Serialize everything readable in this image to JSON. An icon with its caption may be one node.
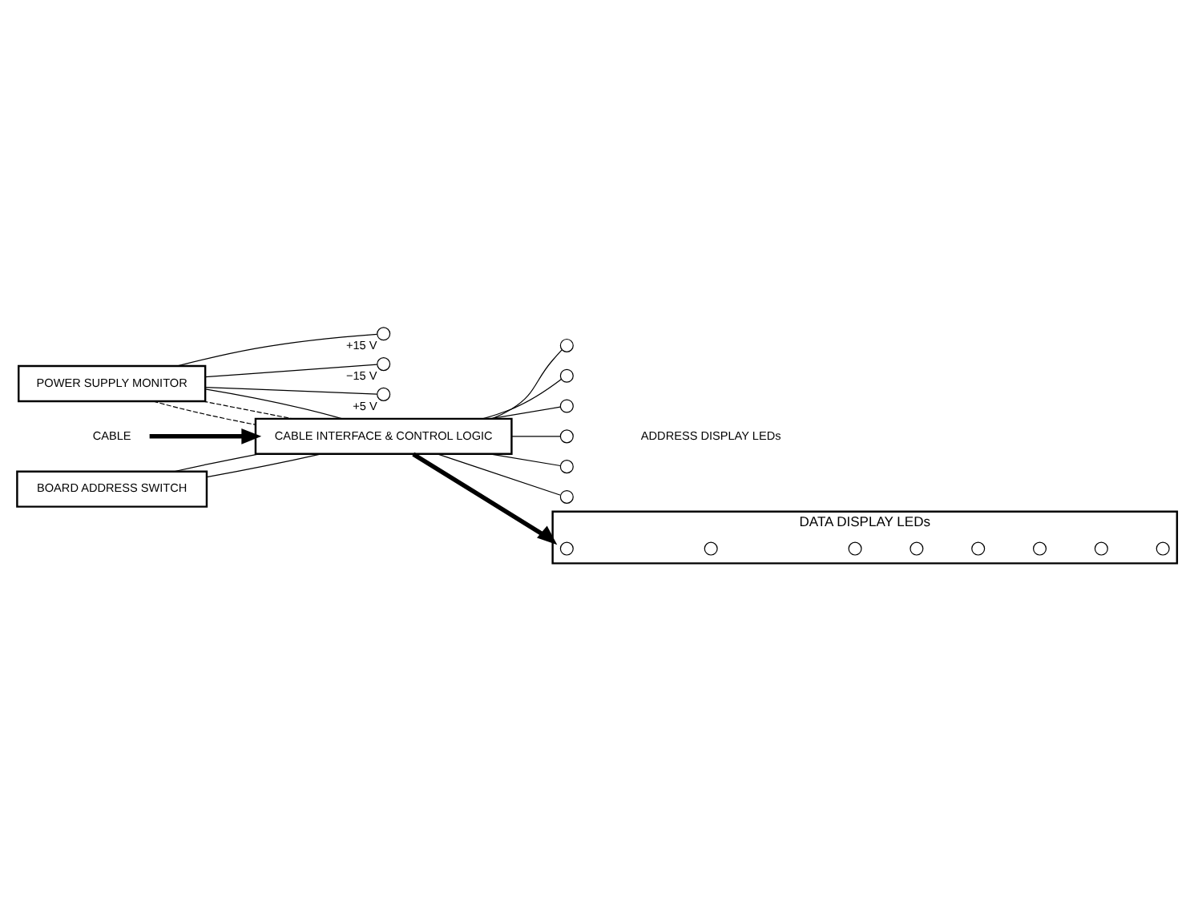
{
  "diagram": {
    "nodes": [
      {
        "text": [
          "POWER SUPPLY MONITOR"
        ]
      },
      {
        "text": [],
        "shape": "circle",
        "beside": [
          "+15 V"
        ]
      },
      {
        "text": [],
        "shape": "circle",
        "beside": [
          "−15 V"
        ]
      },
      {
        "text": [],
        "shape": "circle",
        "beside": [
          "+5 V"
        ]
      },
      {
        "text": [
          "CABLE"
        ]
      },
      {
        "text": [
          "CABLE INTERFACE & CONTROL LOGIC"
        ]
      },
      {
        "text": [],
        "shape": "circle"
      },
      {
        "text": [],
        "shape": "circle"
      },
      {
        "text": [],
        "shape": "circle"
      },
      {
        "text": [],
        "shape": "circle"
      },
      {
        "text": [],
        "shape": "circle"
      },
      {
        "text": [],
        "shape": "circle"
      },
      {
        "text": [
          "BOARD ADDRESS SWITCH"
        ]
      },
      {
        "text": [
          "DATA DISPLAY LEDs"
        ]
      },
      {
        "text": [],
        "shape": "circle",
        "in": 13
      },
      {
        "text": [],
        "shape": "circle",
        "in": 13
      },
      {
        "text": [],
        "shape": "circle",
        "in": 13
      },
      {
        "text": [],
        "shape": "circle",
        "in": 13
      },
      {
        "text": [],
        "shape": "circle",
        "in": 13
      },
      {
        "text": [],
        "shape": "circle",
        "in": 13
      },
      {
        "text": [],
        "shape": "circle",
        "in": 13
      },
      {
        "text": [],
        "shape": "circle",
        "in": 13
      }
    ],
    "edges": [
      {
        "from": 0,
        "to": 1,
        "arrow": "none"
      },
      {
        "from": 0,
        "to": 2,
        "arrow": "none"
      },
      {
        "from": 0,
        "to": 3,
        "arrow": "none"
      },
      {
        "from": 0,
        "to": 5,
        "arrow": "none",
        "style": "dashed"
      },
      {
        "from": 0,
        "to": 5,
        "arrow": "none",
        "style": "dashed"
      },
      {
        "from": 0,
        "to": 5,
        "arrow": "none"
      },
      {
        "from": 4,
        "to": 5,
        "arrow": "to",
        "style": "thick"
      },
      {
        "from": 5,
        "to": 6,
        "arrow": "none"
      },
      {
        "from": 5,
        "to": 7,
        "arrow": "none"
      },
      {
        "from": 5,
        "to": 8,
        "arrow": "none"
      },
      {
        "from": 5,
        "to": 9,
        "arrow": "none"
      },
      {
        "from": 5,
        "to": 10,
        "arrow": "none"
      },
      {
        "from": 5,
        "to": 11,
        "arrow": "none"
      },
      {
        "from": 12,
        "to": 5,
        "arrow": "none"
      },
      {
        "from": 12,
        "to": 5,
        "arrow": "none"
      },
      {
        "from": 5,
        "to": 13,
        "arrow": "to",
        "style": "thick"
      }
    ],
    "labels": [
      "ADDRESS DISPLAY LEDs"
    ]
  }
}
